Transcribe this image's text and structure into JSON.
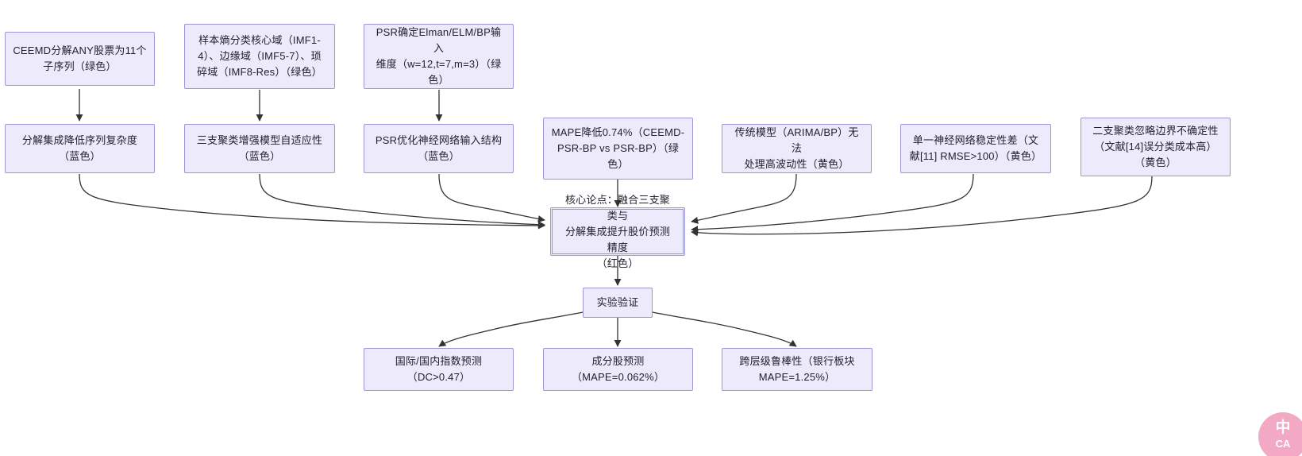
{
  "diagram": {
    "type": "flowchart",
    "direction": "bottom-up-convergent",
    "edge_color": "#333333",
    "node_fill": "#ECEAFB",
    "node_border": "#9A97D4",
    "background": "#FFFFFF"
  },
  "nodes": {
    "ceemd_decompose": "CEEMD分解ANY股票为11个\n子序列（绿色）",
    "sample_entropy": "样本熵分类核心域（IMF1-\n4）、边缘域（IMF5-7）、琐\n碎域（IMF8-Res）（绿色）",
    "psr_dimension": "PSR确定Elman/ELM/BP输入\n维度（w=12,t=7,m=3）（绿\n色）",
    "decomp_complexity": "分解集成降低序列复杂度\n（蓝色）",
    "three_way_adaptive": "三支聚类增强模型自适应性\n（蓝色）",
    "psr_optimize": "PSR优化神经网络输入结构\n（蓝色）",
    "mape_drop": "MAPE降低0.74%（CEEMD-\nPSR-BP vs PSR-BP）（绿\n色）",
    "traditional_model": "传统模型（ARIMA/BP）无法\n处理高波动性（黄色）",
    "single_nn": "单一神经网络稳定性差（文\n献[11] RMSE>100）（黄色）",
    "two_way_cluster": "二支聚类忽略边界不确定性\n（文献[14]误分类成本高）\n（黄色）",
    "core_thesis": "核心论点：融合三支聚类与\n分解集成提升股价预测精度\n（红色）",
    "experiment": "实验验证",
    "result_index": "国际/国内指数预测\n（DC>0.47）",
    "result_component": "成分股预测\n（MAPE=0.062%）",
    "result_robust": "跨层级鲁棒性（银行板块\nMAPE=1.25%）"
  },
  "watermark": {
    "top": "中",
    "bottom": "CA",
    "color": "#F3A8C4"
  }
}
